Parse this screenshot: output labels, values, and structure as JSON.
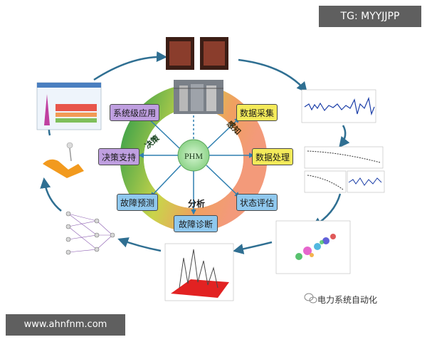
{
  "watermark_top": "TG: MYYJJPP",
  "watermark_bottom": "www.ahnfnm.com",
  "brand": "电力系统自动化",
  "center": "PHM",
  "ring_labels": {
    "left": "决策",
    "right": "感知",
    "bottom": "分析"
  },
  "steps": [
    {
      "id": "system-app",
      "label": "系统级应用"
    },
    {
      "id": "data-collect",
      "label": "数据采集"
    },
    {
      "id": "data-process",
      "label": "数据处理"
    },
    {
      "id": "state-eval",
      "label": "状态评估"
    },
    {
      "id": "fault-diag",
      "label": "故障诊断"
    },
    {
      "id": "fault-predict",
      "label": "故障预测"
    },
    {
      "id": "decision",
      "label": "决策支持"
    }
  ],
  "colors": {
    "arrow": "#2f6f92",
    "ring_green": "#5fb24a",
    "ring_orange": "#f2a066",
    "center_green": "#a4e0a0"
  }
}
